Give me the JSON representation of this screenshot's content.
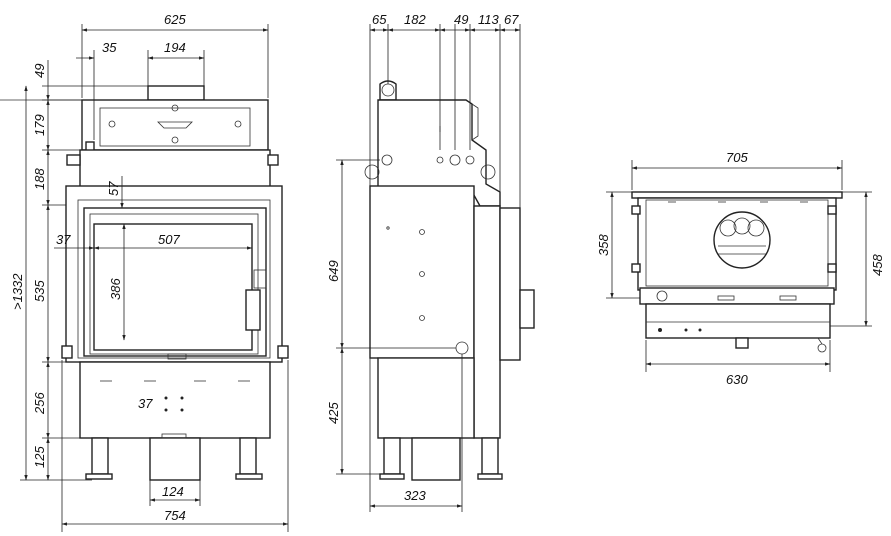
{
  "front_view": {
    "overall_width": "625",
    "pipe_offset": "35",
    "pipe_width": "194",
    "top_offset": "49",
    "top_height": "179",
    "mid_height": "188",
    "door_top": "57",
    "total_height": ">1332",
    "door_height": "535",
    "frame_offset": "37",
    "glass_width": "507",
    "glass_height": "386",
    "lower_height": "256",
    "vent_offset": "37",
    "leg_height": "125",
    "outlet_width": "124",
    "base_width": "754"
  },
  "side_view": {
    "dim_a": "65",
    "dim_b": "182",
    "dim_c": "49",
    "dim_d": "113",
    "dim_e": "67",
    "upper_height": "649",
    "lower_height": "425",
    "depth": "323"
  },
  "top_view": {
    "outer_width": "705",
    "left_height": "358",
    "right_height": "458",
    "inner_width": "630"
  }
}
